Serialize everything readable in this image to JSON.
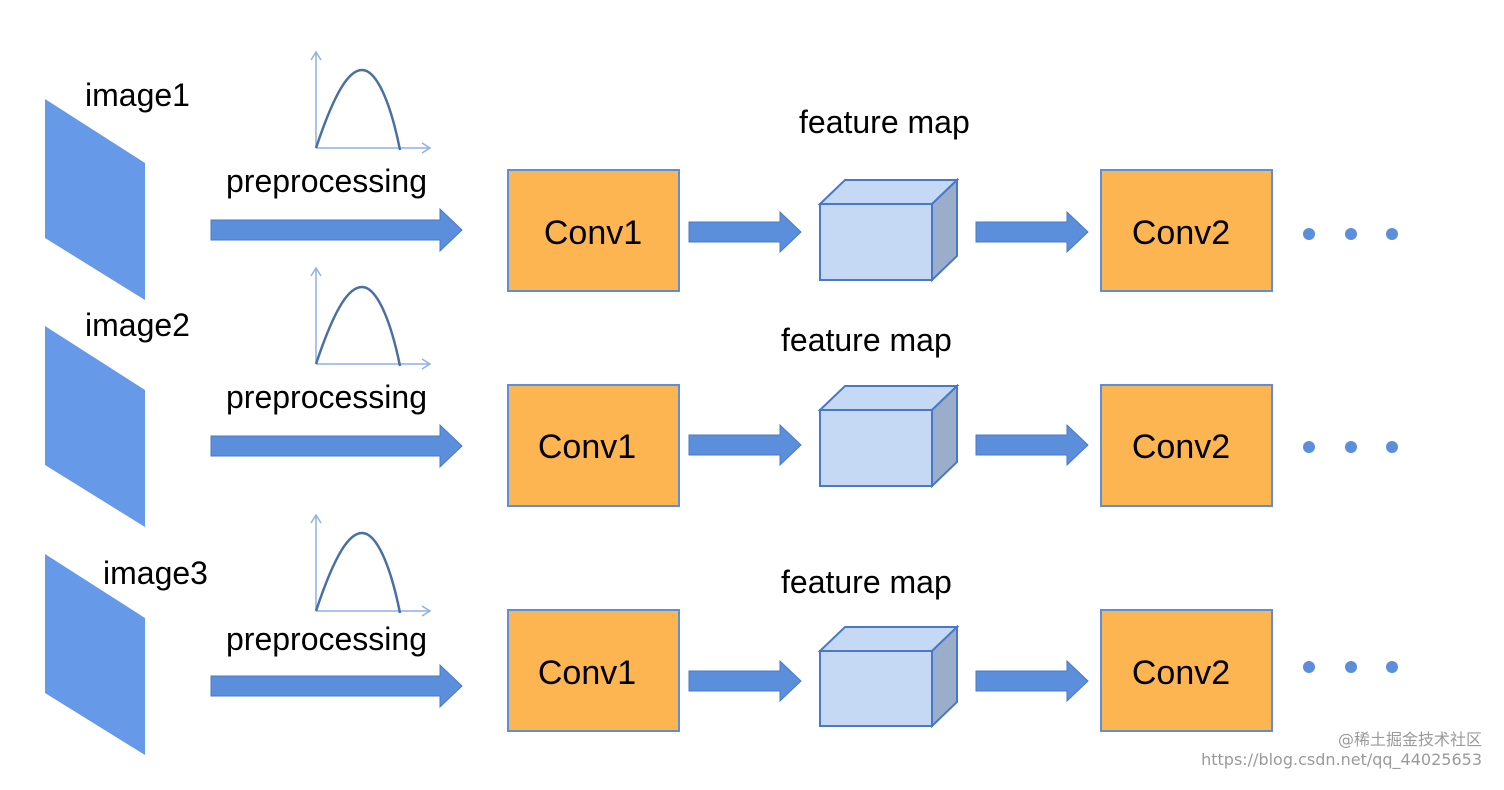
{
  "rows": [
    {
      "image_label": "image1",
      "step_label": "preprocessing",
      "conv1_label": "Conv1",
      "feature_label": "feature map",
      "conv2_label": "Conv2"
    },
    {
      "image_label": "image2",
      "step_label": "preprocessing",
      "conv1_label": "Conv1",
      "feature_label": "feature map",
      "conv2_label": "Conv2"
    },
    {
      "image_label": "image3",
      "step_label": "preprocessing",
      "conv1_label": "Conv1",
      "feature_label": "feature map",
      "conv2_label": "Conv2"
    }
  ],
  "watermark": {
    "brand": "@稀土掘金技术社区",
    "url": "https://blog.csdn.net/qq_44025653"
  },
  "colors": {
    "image_plane": "#6699e8",
    "arrow": "#5b8fdc",
    "conv_fill": "#fdb552",
    "conv_border": "#5b8fdc",
    "cube_front": "#c5d9f4",
    "cube_top": "#c5d9f4",
    "cube_side": "#9aaecc",
    "cube_border": "#4a78c8",
    "curve": "#4a6fa5",
    "axis": "#8fb0e6",
    "dots": "#5b8fdc"
  }
}
